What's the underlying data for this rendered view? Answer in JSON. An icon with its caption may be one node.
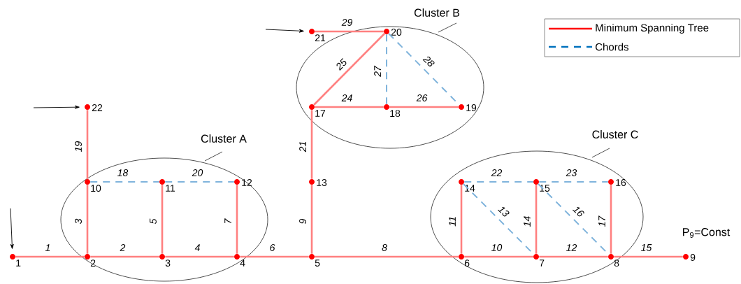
{
  "diagram": {
    "nodes": [
      {
        "text": [
          "Cluster A"
        ]
      },
      {
        "text": [
          "Cluster B"
        ]
      },
      {
        "text": [
          "Cluster C"
        ]
      },
      {
        "text": [],
        "shape": "circle",
        "beside": [
          "1"
        ]
      },
      {
        "text": [],
        "shape": "circle",
        "beside": [
          "2"
        ],
        "in": 0
      },
      {
        "text": [],
        "shape": "circle",
        "beside": [
          "3"
        ],
        "in": 0
      },
      {
        "text": [],
        "shape": "circle",
        "beside": [
          "4"
        ],
        "in": 0
      },
      {
        "text": [],
        "shape": "circle",
        "beside": [
          "5"
        ]
      },
      {
        "text": [],
        "shape": "circle",
        "beside": [
          "6"
        ],
        "in": 2
      },
      {
        "text": [],
        "shape": "circle",
        "beside": [
          "7"
        ],
        "in": 2
      },
      {
        "text": [],
        "shape": "circle",
        "beside": [
          "8"
        ],
        "in": 2
      },
      {
        "text": [],
        "shape": "circle",
        "beside": [
          "9",
          "P$_{9}$=Const"
        ]
      },
      {
        "text": [],
        "shape": "circle",
        "beside": [
          "10"
        ],
        "in": 0
      },
      {
        "text": [],
        "shape": "circle",
        "beside": [
          "11"
        ],
        "in": 0
      },
      {
        "text": [],
        "shape": "circle",
        "beside": [
          "12"
        ],
        "in": 0
      },
      {
        "text": [],
        "shape": "circle",
        "beside": [
          "13"
        ]
      },
      {
        "text": [],
        "shape": "circle",
        "beside": [
          "14"
        ],
        "in": 2
      },
      {
        "text": [],
        "shape": "circle",
        "beside": [
          "15"
        ],
        "in": 2
      },
      {
        "text": [],
        "shape": "circle",
        "beside": [
          "16"
        ],
        "in": 2
      },
      {
        "text": [],
        "shape": "circle",
        "beside": [
          "17"
        ],
        "in": 1
      },
      {
        "text": [],
        "shape": "circle",
        "beside": [
          "18"
        ],
        "in": 1
      },
      {
        "text": [],
        "shape": "circle",
        "beside": [
          "19"
        ],
        "in": 1
      },
      {
        "text": [],
        "shape": "circle",
        "beside": [
          "20"
        ],
        "in": 1
      },
      {
        "text": [],
        "shape": "circle",
        "beside": [
          "21"
        ]
      },
      {
        "text": [],
        "shape": "circle",
        "beside": [
          "22"
        ]
      }
    ],
    "edges": [
      {
        "from": 3,
        "to": 4,
        "arrow": "none",
        "label": "1"
      },
      {
        "from": 4,
        "to": 5,
        "arrow": "none",
        "label": "2"
      },
      {
        "from": 4,
        "to": 12,
        "arrow": "none",
        "label": "3"
      },
      {
        "from": 5,
        "to": 6,
        "arrow": "none",
        "label": "4"
      },
      {
        "from": 5,
        "to": 13,
        "arrow": "none",
        "label": "5"
      },
      {
        "from": 6,
        "to": 7,
        "arrow": "none",
        "label": "6"
      },
      {
        "from": 6,
        "to": 14,
        "arrow": "none",
        "label": "7"
      },
      {
        "from": 7,
        "to": 8,
        "arrow": "none",
        "label": "8"
      },
      {
        "from": 7,
        "to": 15,
        "arrow": "none",
        "label": "9"
      },
      {
        "from": 8,
        "to": 9,
        "arrow": "none",
        "label": "10"
      },
      {
        "from": 8,
        "to": 16,
        "arrow": "none",
        "label": "11"
      },
      {
        "from": 9,
        "to": 10,
        "arrow": "none",
        "label": "12"
      },
      {
        "from": 16,
        "to": 9,
        "arrow": "none",
        "label": "13",
        "style": "dashed",
        "color": "#80b4dc"
      },
      {
        "from": 9,
        "to": 17,
        "arrow": "none",
        "label": "14"
      },
      {
        "from": 10,
        "to": 11,
        "arrow": "none",
        "label": "15"
      },
      {
        "from": 17,
        "to": 10,
        "arrow": "none",
        "label": "16",
        "style": "dashed",
        "color": "#80b4dc"
      },
      {
        "from": 10,
        "to": 18,
        "arrow": "none",
        "label": "17"
      },
      {
        "from": 12,
        "to": 13,
        "arrow": "none",
        "label": "18",
        "style": "dashed",
        "color": "#80b4dc"
      },
      {
        "from": 12,
        "to": 24,
        "arrow": "none",
        "label": "19"
      },
      {
        "from": 13,
        "to": 14,
        "arrow": "none",
        "label": "20",
        "style": "dashed",
        "color": "#80b4dc"
      },
      {
        "from": 15,
        "to": 19,
        "arrow": "none",
        "label": "21"
      },
      {
        "from": 16,
        "to": 17,
        "arrow": "none",
        "label": "22",
        "style": "dashed",
        "color": "#80b4dc"
      },
      {
        "from": 17,
        "to": 18,
        "arrow": "none",
        "label": "23",
        "style": "dashed",
        "color": "#80b4dc"
      },
      {
        "from": 19,
        "to": 20,
        "arrow": "none",
        "label": "24"
      },
      {
        "from": 19,
        "to": 22,
        "arrow": "none",
        "label": "25"
      },
      {
        "from": 20,
        "to": 21,
        "arrow": "none",
        "label": "26"
      },
      {
        "from": 22,
        "to": 20,
        "arrow": "none",
        "label": "27",
        "style": "dashed",
        "color": "#80b4dc"
      },
      {
        "from": 22,
        "to": 21,
        "arrow": "none",
        "label": "28",
        "style": "dashed",
        "color": "#80b4dc"
      },
      {
        "from": 23,
        "to": 22,
        "arrow": "none",
        "label": "29"
      },
      {
        "from": null,
        "to": 3,
        "arrow": "to",
        "color": "#000000"
      },
      {
        "from": null,
        "to": 24,
        "arrow": "to",
        "color": "#000000"
      },
      {
        "from": null,
        "to": 23,
        "arrow": "to",
        "color": "#000000"
      }
    ],
    "legend": [
      {
        "text": "Minimum Spanning Tree"
      },
      {
        "text": "Chords"
      }
    ]
  }
}
